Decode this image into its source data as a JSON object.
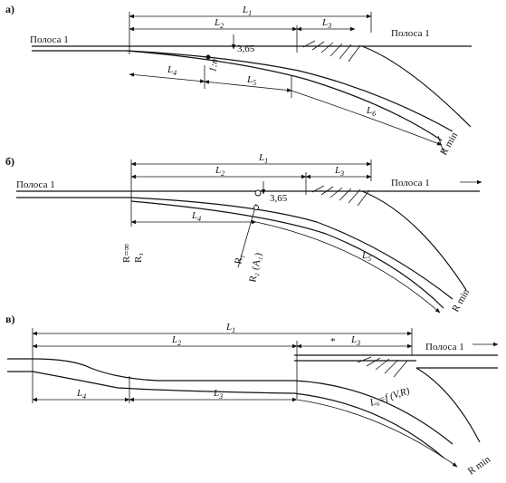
{
  "panels": [
    {
      "letter": "а)",
      "lane_left": "Полоса 1",
      "lane_right": "Полоса 1",
      "dims": {
        "L1": "L",
        "L1s": "1",
        "L2": "L",
        "L2s": "2",
        "L3": "L",
        "L3s": "3",
        "L4": "L",
        "L4s": "4",
        "L5": "L",
        "L5s": "5",
        "L6": "L",
        "L6s": "6"
      },
      "offset": "3,65",
      "taper": "1:n",
      "rmin": "R min"
    },
    {
      "letter": "б)",
      "lane_left": "Полоса 1",
      "lane_right": "Полоса 1",
      "dims": {
        "L1": "L",
        "L1s": "1",
        "L2": "L",
        "L2s": "2",
        "L3": "L",
        "L3s": "3",
        "L4": "L",
        "L4s": "4",
        "L5": "L",
        "L5s": "5"
      },
      "offset": "3,65",
      "r_inf": "R=∞",
      "r1_left": "R₁",
      "r1": "R₁",
      "r2a1": "R₂ (A₁)",
      "rmin": "R min"
    },
    {
      "letter": "в)",
      "lane_right": "Полоса 1",
      "dims": {
        "L1": "L",
        "L1s": "1",
        "L2": "L",
        "L2s": "2",
        "L3": "L",
        "L3s": "3",
        "L4": "L",
        "L4s": "4",
        "L3b": "L",
        "L3bs": "3"
      },
      "formula": "L₆=f (V,R)",
      "mark": "*",
      "rmin": "R min"
    }
  ]
}
